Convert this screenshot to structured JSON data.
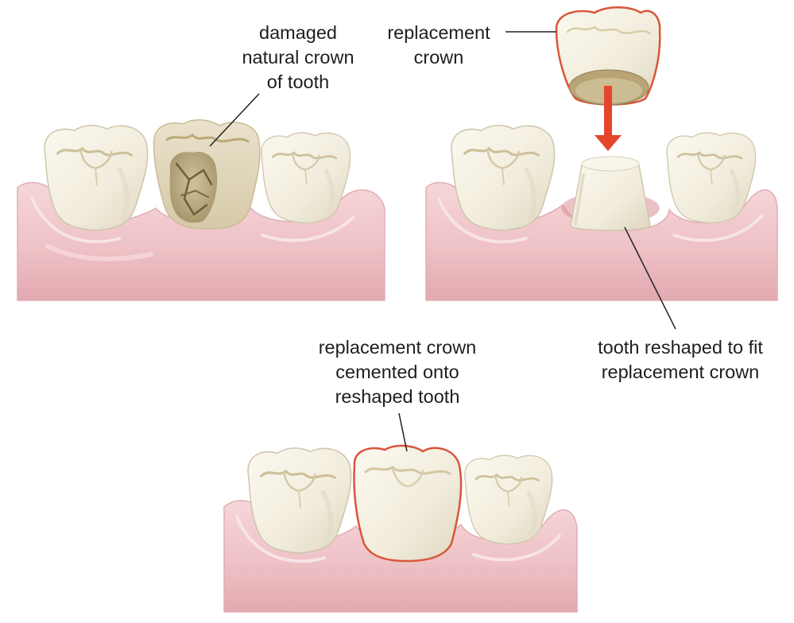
{
  "labels": {
    "damaged_crown": [
      "damaged",
      "natural crown",
      "of tooth"
    ],
    "replacement_crown": [
      "replacement",
      "crown"
    ],
    "reshaped_tooth": [
      "tooth reshaped to fit",
      "replacement crown"
    ],
    "cemented_crown": [
      "replacement crown",
      "cemented onto",
      "reshaped tooth"
    ]
  },
  "colors": {
    "gum": "#eec2c6",
    "gum_dark": "#d98f98",
    "tooth": "#f3efe2",
    "tooth_shade": "#d9d3bf",
    "crown_outline": "#d9553a",
    "arrow": "#e5452a",
    "leader_line": "#222222",
    "text": "#1e1e1e"
  }
}
